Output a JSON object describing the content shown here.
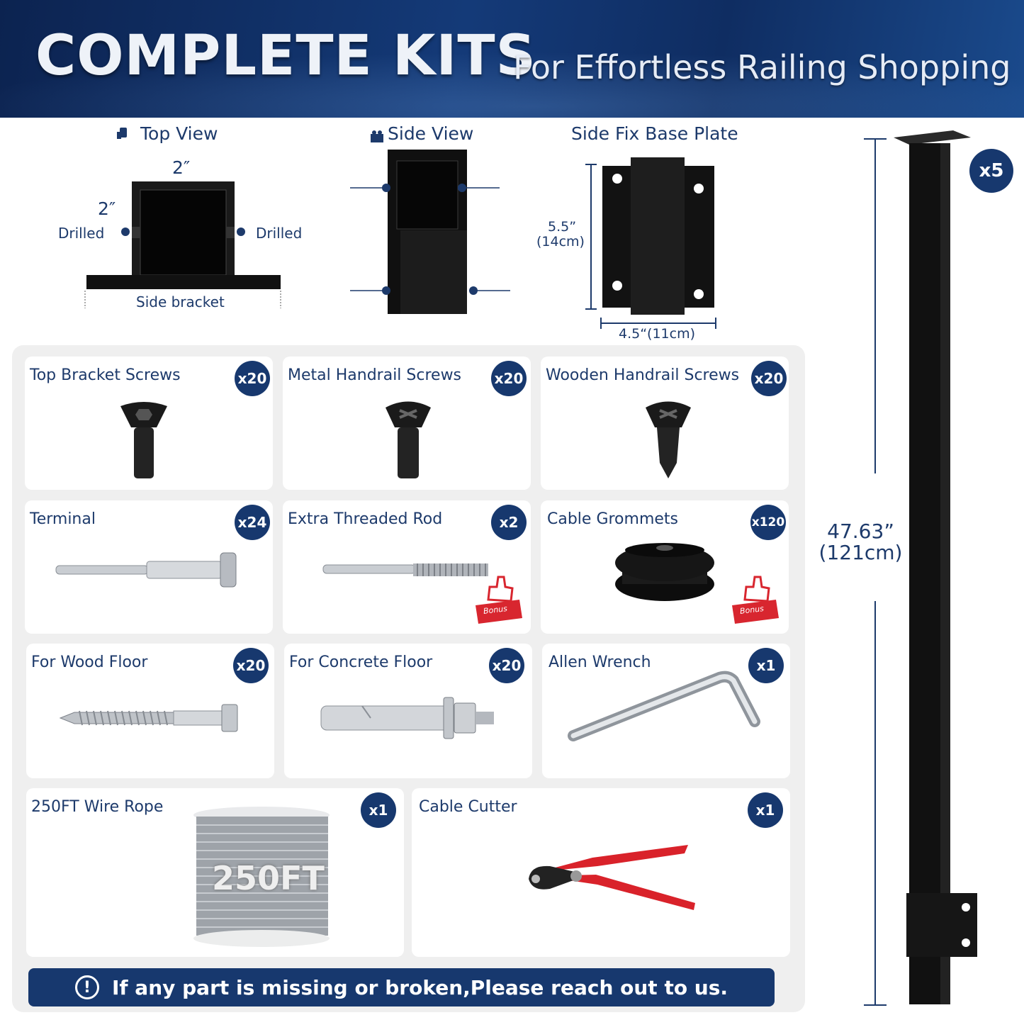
{
  "header": {
    "title": "COMPLETE KITS",
    "subtitle": "For Effortless Railing Shopping"
  },
  "top_view": {
    "label": "Top View",
    "width": "2″",
    "height": "2″",
    "drilled_left": "Drilled",
    "drilled_right": "Drilled",
    "bracket": "Side bracket"
  },
  "side_view": {
    "label": "Side View"
  },
  "base_plate": {
    "label": "Side Fix Base Plate",
    "height_in": "5.5”",
    "height_cm": "(14cm)",
    "width": "4.5“(11cm)"
  },
  "post": {
    "quantity": "x5",
    "height_in": "47.63”",
    "height_cm": "(121cm)"
  },
  "parts": [
    {
      "name": "Top Bracket Screws",
      "qty": "x20"
    },
    {
      "name": "Metal Handrail Screws",
      "qty": "x20"
    },
    {
      "name": "Wooden Handrail Screws",
      "qty": "x20"
    },
    {
      "name": "Terminal",
      "qty": "x24"
    },
    {
      "name": "Extra Threaded Rod",
      "qty": "x2",
      "bonus": "Bonus"
    },
    {
      "name": "Cable Grommets",
      "qty": "x120",
      "bonus": "Bonus"
    },
    {
      "name": "For Wood Floor",
      "qty": "x20"
    },
    {
      "name": "For Concrete Floor",
      "qty": "x20"
    },
    {
      "name": "Allen Wrench",
      "qty": "x1"
    },
    {
      "name": "250FT Wire Rope",
      "qty": "x1",
      "spool_label": "250FT"
    },
    {
      "name": "Cable Cutter",
      "qty": "x1"
    }
  ],
  "notice": {
    "icon": "exclamation-circle-icon",
    "text": "If any part is missing or broken,Please reach out to us."
  },
  "colors": {
    "navy": "#17386e",
    "banner": "#143a78",
    "bonus_red": "#d8262f",
    "cutter_red": "#d9222a"
  }
}
